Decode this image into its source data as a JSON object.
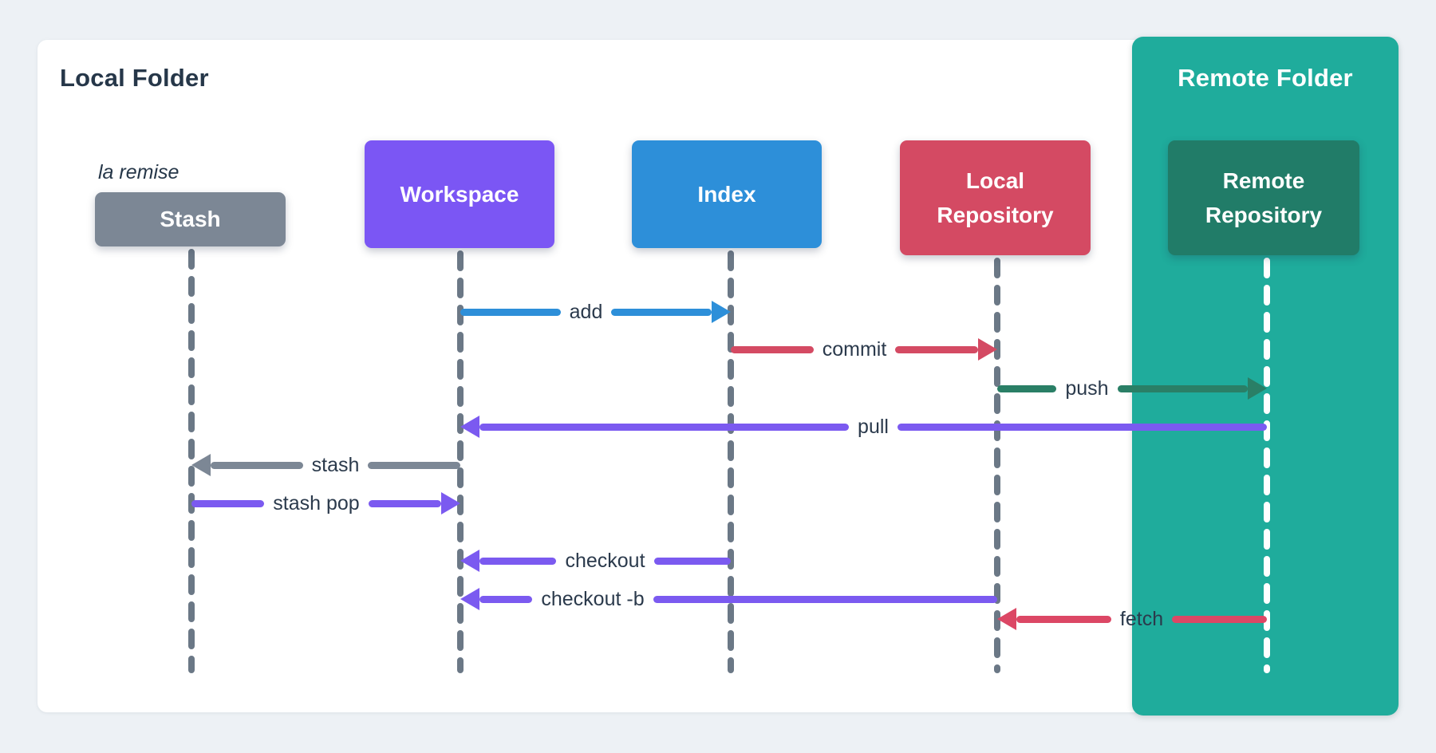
{
  "background": "#edf1f5",
  "colors": {
    "card": "#ffffff",
    "remote_panel": "#1fac9c",
    "title_text": "#263749",
    "label_text": "#2b3a4c",
    "lifeline": "#6b7886",
    "remote_lifeline": "#ffffff"
  },
  "local_folder": {
    "title": "Local Folder"
  },
  "remote_folder": {
    "title": "Remote Folder"
  },
  "stash_caption": "la remise",
  "actors": [
    {
      "id": "stash",
      "lines": [
        "Stash"
      ],
      "color": "#7c8795",
      "lifeline_color": "#6b7886"
    },
    {
      "id": "workspace",
      "lines": [
        "Workspace"
      ],
      "color": "#7b56f4",
      "lifeline_color": "#6b7886"
    },
    {
      "id": "index",
      "lines": [
        "Index"
      ],
      "color": "#2d8fd9",
      "lifeline_color": "#6b7886"
    },
    {
      "id": "local",
      "lines": [
        "Local",
        "Repository"
      ],
      "color": "#d44a63",
      "lifeline_color": "#6b7886"
    },
    {
      "id": "remote",
      "lines": [
        "Remote",
        "Repository"
      ],
      "color": "#217c68",
      "lifeline_color": "#ffffff"
    }
  ],
  "arrows": [
    {
      "label": "add",
      "from": "workspace",
      "to": "index",
      "color": "#2d8fd9"
    },
    {
      "label": "commit",
      "from": "index",
      "to": "local",
      "color": "#d44a63"
    },
    {
      "label": "push",
      "from": "local",
      "to": "remote",
      "color": "#2a7f66"
    },
    {
      "label": "pull",
      "from": "remote",
      "to": "workspace",
      "color": "#7b5af0"
    },
    {
      "label": "stash",
      "from": "workspace",
      "to": "stash",
      "color": "#7c8795"
    },
    {
      "label": "stash pop",
      "from": "stash",
      "to": "workspace",
      "color": "#7b5af0"
    },
    {
      "label": "checkout",
      "from": "index",
      "to": "workspace",
      "color": "#7b5af0"
    },
    {
      "label": "checkout -b",
      "from": "local",
      "to": "workspace",
      "color": "#7b5af0"
    },
    {
      "label": "fetch",
      "from": "remote",
      "to": "local",
      "color": "#dc4765"
    }
  ]
}
